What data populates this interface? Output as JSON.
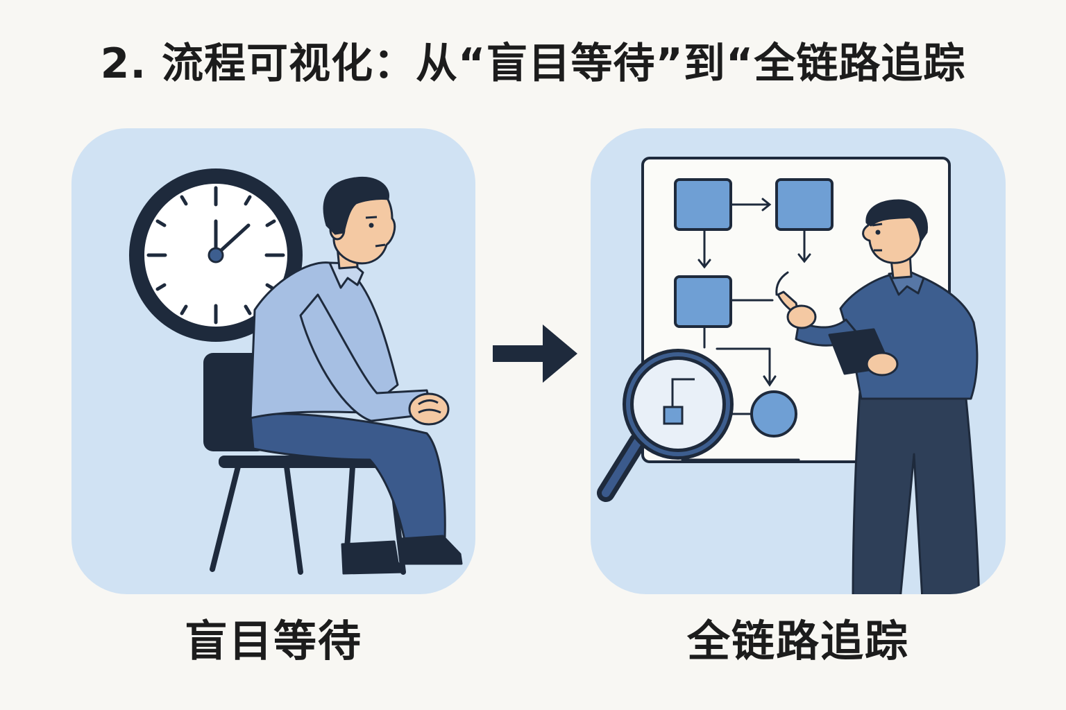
{
  "title": "2. 流程可视化：从“盲目等待”到“全链路追踪",
  "left_panel": {
    "caption": "盲目等待",
    "icons": [
      "wall-clock-icon",
      "chair-icon",
      "waiting-person-icon"
    ]
  },
  "right_panel": {
    "caption": "全链路追踪",
    "icons": [
      "flowchart-board-icon",
      "magnifying-glass-icon",
      "presenter-person-icon",
      "tablet-icon"
    ]
  },
  "transition_icon": "right-arrow-icon",
  "colors": {
    "background": "#f8f7f3",
    "panel": "#d0e2f3",
    "node_fill": "#6f9fd4",
    "dark_navy": "#1e2a3c",
    "shirt_light": "#a6bfe3",
    "shirt_dark": "#3d5e8f",
    "pants": "#3b5a8c",
    "skin": "#f4c9a3"
  }
}
